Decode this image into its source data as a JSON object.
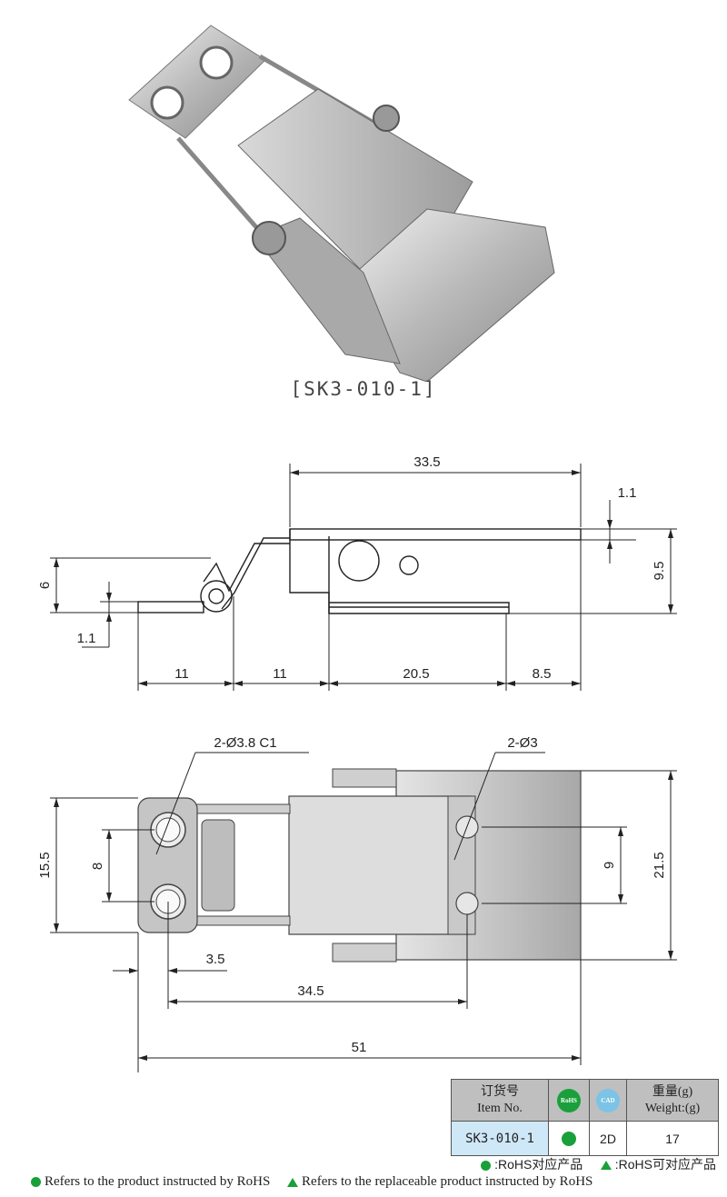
{
  "product": {
    "caption": "[SK3-010-1]"
  },
  "side_view": {
    "dims": {
      "overall_length": "33.5",
      "thickness_top": "1.1",
      "height_left": "6",
      "thickness_left": "1.1",
      "height_right": "9.5",
      "seg1": "11",
      "seg2": "11",
      "seg3": "20.5",
      "seg4": "8.5"
    }
  },
  "top_view": {
    "dims": {
      "hole_left": "2-Ø3.8 C1",
      "hole_right": "2-Ø3",
      "pitch_left": "8",
      "width_left": "15.5",
      "pitch_right": "9",
      "width_right": "21.5",
      "offset": "3.5",
      "hole_distance": "34.5",
      "total_length": "51"
    }
  },
  "spec_table": {
    "headers": {
      "item_cn": "订货号",
      "item_en": "Item No.",
      "rohs_badge": "RoHS",
      "cad_badge": "CAD",
      "weight_cn": "重量(g)",
      "weight_en": "Weight:(g)"
    },
    "row": {
      "item_no": "SK3-010-1",
      "cad": "2D",
      "weight": "17"
    }
  },
  "legend": {
    "cn_rohs": ":RoHS对应产品",
    "cn_replaceable": ":RoHS可对应产品",
    "en_rohs": "Refers to the product instructed by RoHS",
    "en_replaceable": "Refers to the replaceable product instructed by RoHS"
  },
  "colors": {
    "rohs_green": "#1aa03a",
    "cad_blue": "#7cc3e6",
    "item_cell_bg": "#cfe8f7",
    "header_bg": "#bfbfbf"
  }
}
